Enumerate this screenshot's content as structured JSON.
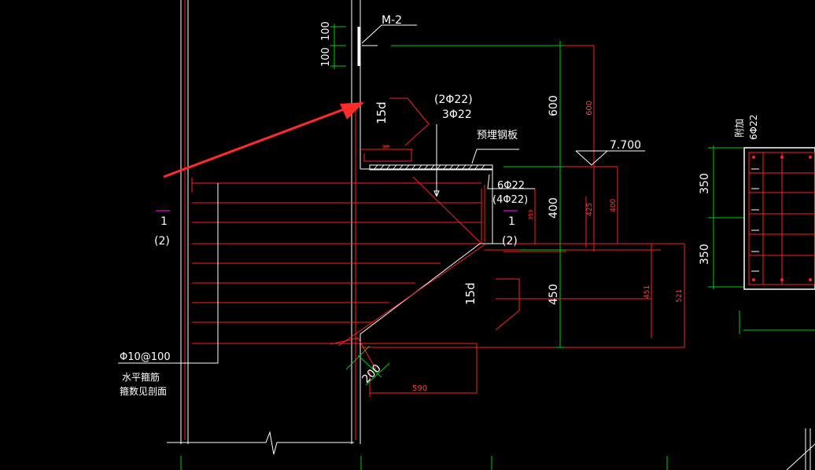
{
  "labels": {
    "door_mark": "M-2",
    "dim_100_a": "100",
    "dim_100_b": "100",
    "anchor_15d_top": "15d",
    "bar_top_alt": "(2Φ22)",
    "bar_top": "3Φ22",
    "embedded_plate": "预埋钢板",
    "elevation": "7.700",
    "bar_mid": "6Φ22",
    "bar_mid_alt": "(4Φ22)",
    "small_353": "353",
    "dim_600_white": "600",
    "dim_600_red": "600",
    "dim_400_white": "400",
    "dim_425_red": "425",
    "dim_400_red": "400",
    "dim_450_white": "450",
    "dim_451_red": "451",
    "dim_521_red": "521",
    "anchor_15d_bottom": "15d",
    "dim_200": "200",
    "dim_590": "590",
    "section_left_num": "1",
    "section_left_sub": "(2)",
    "section_right_num": "1",
    "section_right_sub": "(2)",
    "rebar_note_1": "Φ10@100",
    "rebar_note_2": "水平箍筋",
    "rebar_note_3": "箍数见剖面",
    "right_top_1": "附加",
    "right_top_2": "6Φ22",
    "dim_350_a": "350",
    "dim_350_b": "350",
    "small_50": "50"
  },
  "colors": {
    "background": "#000000",
    "beam_red": "#ff2020",
    "dim_green": "#00d000",
    "text_white": "#ffffff",
    "section_magenta": "#c000c0",
    "arrow_red": "#ff2a2a",
    "concrete_white": "#ffffff"
  }
}
